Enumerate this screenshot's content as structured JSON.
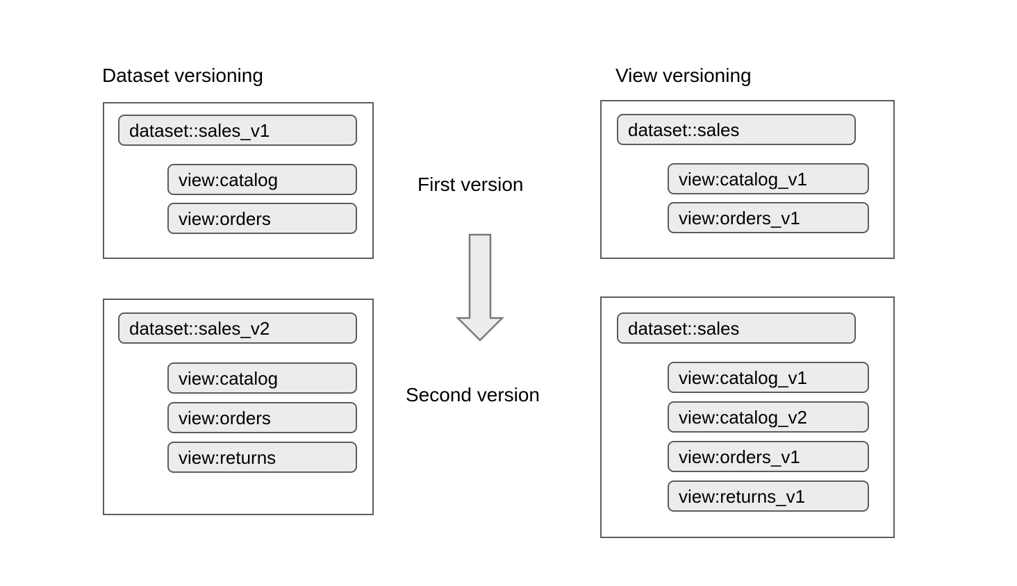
{
  "diagram": {
    "columns": [
      {
        "id": "dataset-versioning",
        "title": "Dataset versioning",
        "panels": [
          {
            "id": "dataset-versioning-first",
            "dataset": "dataset::sales_v1",
            "views": [
              "view:catalog",
              "view:orders"
            ]
          },
          {
            "id": "dataset-versioning-second",
            "dataset": "dataset::sales_v2",
            "views": [
              "view:catalog",
              "view:orders",
              "view:returns"
            ]
          }
        ]
      },
      {
        "id": "view-versioning",
        "title": "View versioning",
        "panels": [
          {
            "id": "view-versioning-first",
            "dataset": "dataset::sales",
            "views": [
              "view:catalog_v1",
              "view:orders_v1"
            ]
          },
          {
            "id": "view-versioning-second",
            "dataset": "dataset::sales",
            "views": [
              "view:catalog_v1",
              "view:catalog_v2",
              "view:orders_v1",
              "view:returns_v1"
            ]
          }
        ]
      }
    ],
    "center": {
      "first_label": "First version",
      "second_label": "Second version",
      "arrow_icon": "arrow-down-icon"
    },
    "colors": {
      "background": "#ffffff",
      "panel_border": "#5c5c5c",
      "pill_border": "#5c5c5c",
      "pill_fill": "#ececec",
      "arrow_fill": "#ededed",
      "arrow_stroke": "#7a7a7a",
      "text": "#000000"
    }
  }
}
